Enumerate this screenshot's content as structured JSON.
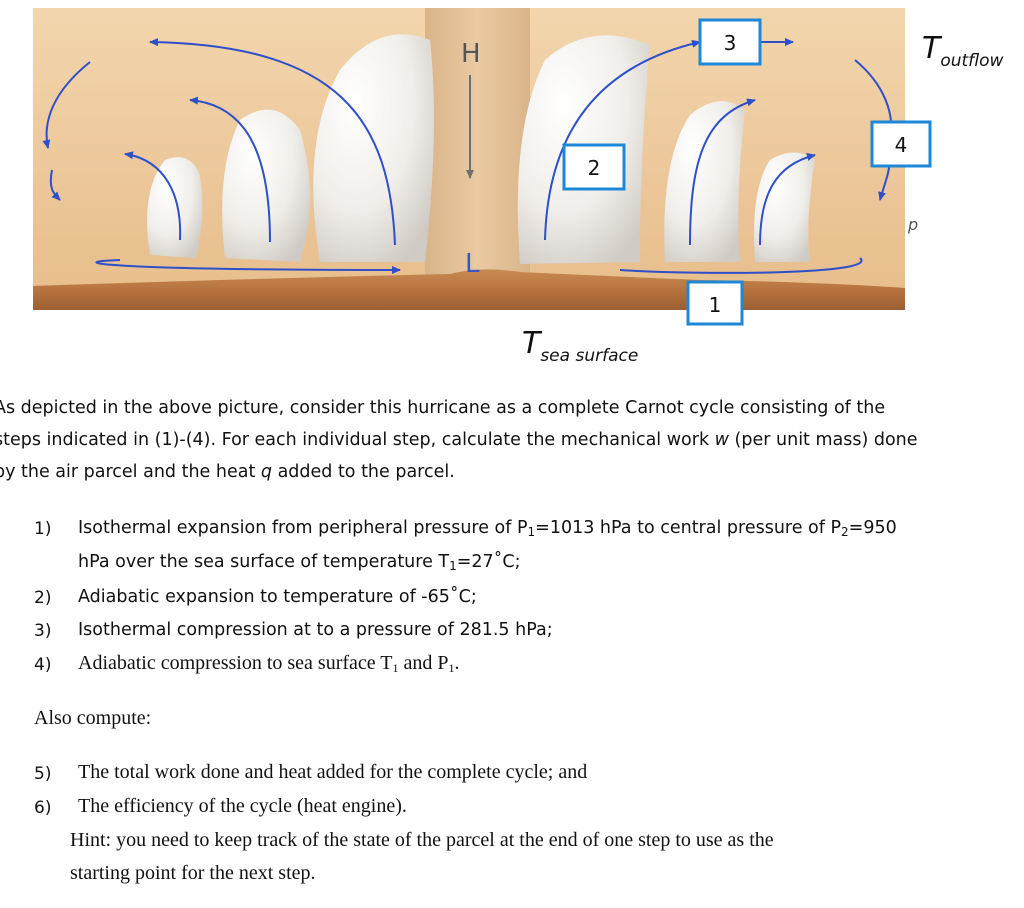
{
  "figure": {
    "label_H": "H",
    "label_L": "L",
    "step_labels": [
      "1",
      "2",
      "3",
      "4"
    ],
    "label_p": "p",
    "t_outflow": {
      "T": "T",
      "sub": "outflow"
    },
    "t_sea": {
      "T": "T",
      "sub": "sea surface"
    }
  },
  "intro": {
    "line1": "As depicted in the above picture, consider this hurricane as a complete Carnot cycle consisting of the",
    "line2": "steps indicated in (1)-(4). For each individual step, calculate the mechanical work ",
    "line2_var": "w",
    "line2_end": " (per unit mass) done",
    "line3a": "by the air parcel and the heat ",
    "line3_var": "q",
    "line3b": " added to the parcel."
  },
  "steps": [
    {
      "num": "1)",
      "a": "Isothermal expansion from peripheral pressure of P",
      "sub1": "1",
      "b": "=1013 hPa to central pressure of P",
      "sub2": "2",
      "c": "=950"
    },
    {
      "a": "hPa over the sea surface of temperature T",
      "sub1": "1",
      "b": "=27˚C;"
    },
    {
      "num": "2)",
      "text": "Adiabatic expansion to temperature of -65˚C;"
    },
    {
      "num": "3)",
      "text": "Isothermal compression at to a pressure of 281.5 hPa;"
    },
    {
      "num": "4)",
      "a": "Adiabatic compression to sea surface T",
      "sub1": "1",
      "b": " and P",
      "sub2": "1",
      "c": "."
    }
  ],
  "also": "Also compute:",
  "extra": [
    {
      "num": "5)",
      "text": "The total work done and heat added for the complete cycle; and"
    },
    {
      "num": "6)",
      "text": "The efficiency of the cycle (heat engine)."
    }
  ],
  "hint": {
    "line1": "Hint: you need to keep track of the state of the parcel at the end of one step to use as the",
    "line2": "starting point for the next step."
  }
}
